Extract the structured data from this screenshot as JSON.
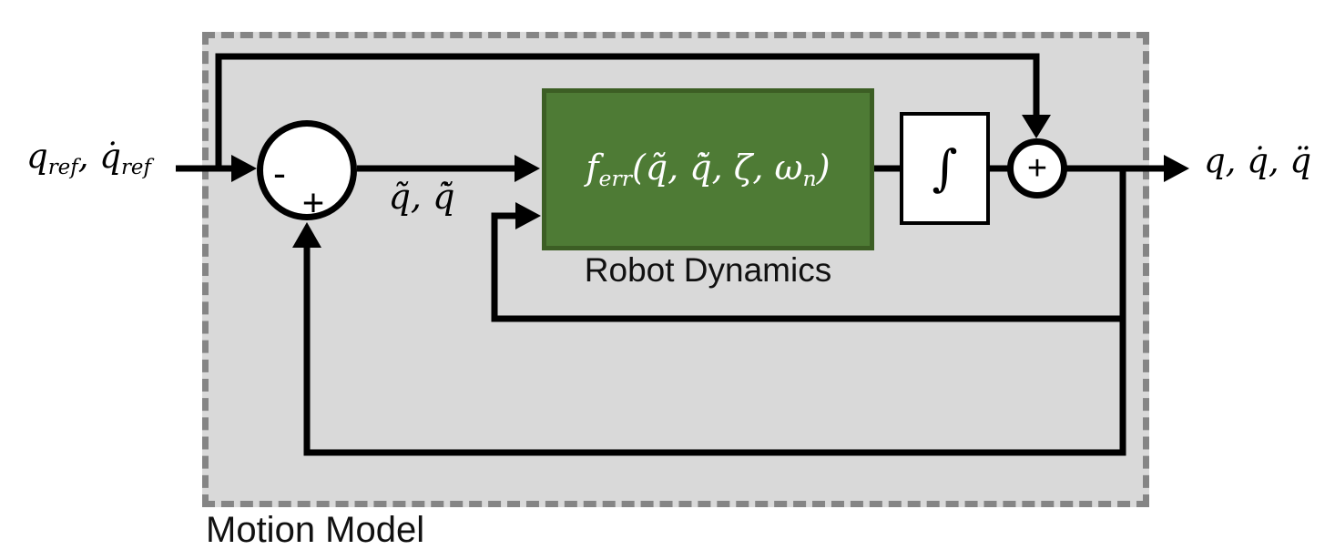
{
  "diagram": {
    "title": "Motion Model",
    "input": {
      "base1": "q",
      "sub1": "ref",
      "sep": ", ",
      "base2": "q̇",
      "sub2": "ref"
    },
    "error": {
      "base1": "q̃",
      "sep": ", ",
      "base2": "q̃̇"
    },
    "sum_left": {
      "minus": "-",
      "plus": "+"
    },
    "sum_right": {
      "plus": "+"
    },
    "robot_dynamics": {
      "caption": "Robot Dynamics",
      "eq_base": "f",
      "eq_sub": "err",
      "eq_mid": "(q̃, q̃̇, ζ, ω",
      "eq_sub2": "n",
      "eq_close": ")"
    },
    "integrator": "∫",
    "output": "q, q̇, q̈",
    "colors": {
      "boundary_fill": "#d9d9d9",
      "boundary_border": "#858585",
      "block_fill": "#4e7b35",
      "block_border": "#3c5e24",
      "line": "#000000"
    }
  }
}
